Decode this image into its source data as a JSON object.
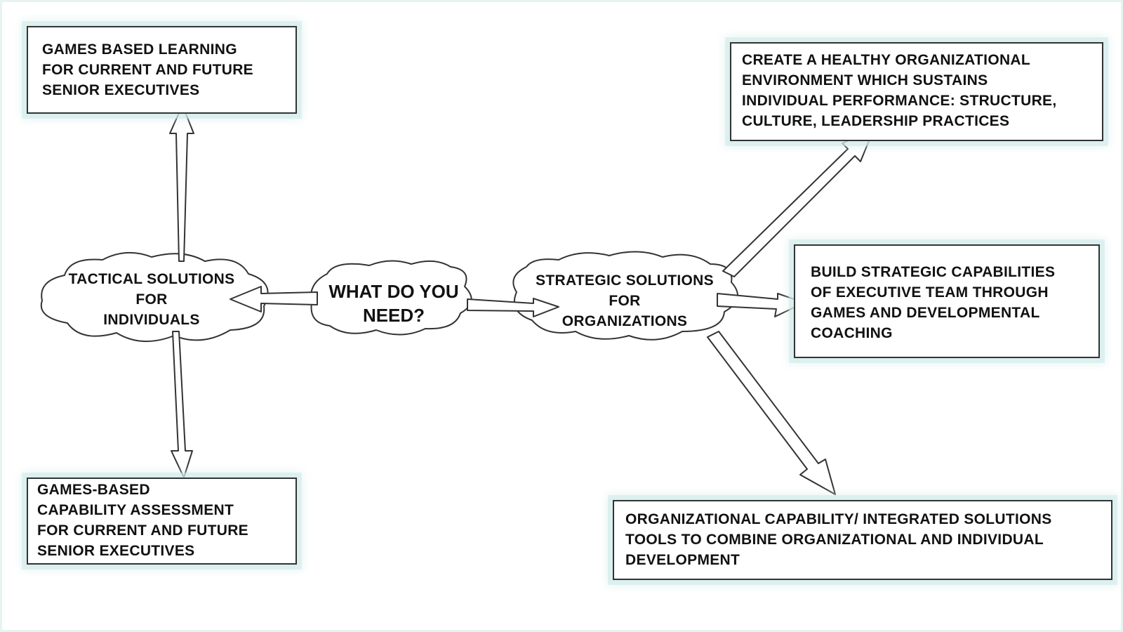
{
  "center": {
    "text": "WHAT DO YOU\nNEED?"
  },
  "tactical": {
    "text": "TACTICAL SOLUTIONS\nFOR\nINDIVIDUALS"
  },
  "strategic": {
    "text": "STRATEGIC SOLUTIONS\nFOR\nORGANIZATIONS"
  },
  "boxes": {
    "games_learning": "GAMES BASED LEARNING\nFOR CURRENT AND FUTURE\nSENIOR EXECUTIVES",
    "games_assessment": "GAMES-BASED\nCAPABILITY ASSESSMENT\nFOR CURRENT AND FUTURE\nSENIOR EXECUTIVES",
    "healthy_env": "CREATE A HEALTHY ORGANIZATIONAL\nENVIRONMENT WHICH SUSTAINS\nINDIVIDUAL PERFORMANCE: STRUCTURE,\nCULTURE, LEADERSHIP PRACTICES",
    "build_strategic": "BUILD STRATEGIC CAPABILITIES\nOF EXECUTIVE TEAM THROUGH\nGAMES AND DEVELOPMENTAL\nCOACHING",
    "org_capability": "ORGANIZATIONAL CAPABILITY/ INTEGRATED SOLUTIONS\nTOOLS TO COMBINE ORGANIZATIONAL AND INDIVIDUAL\nDEVELOPMENT"
  },
  "colors": {
    "line": "#333333",
    "glow": "#cdeae9",
    "frame": "#e6f3f3"
  }
}
